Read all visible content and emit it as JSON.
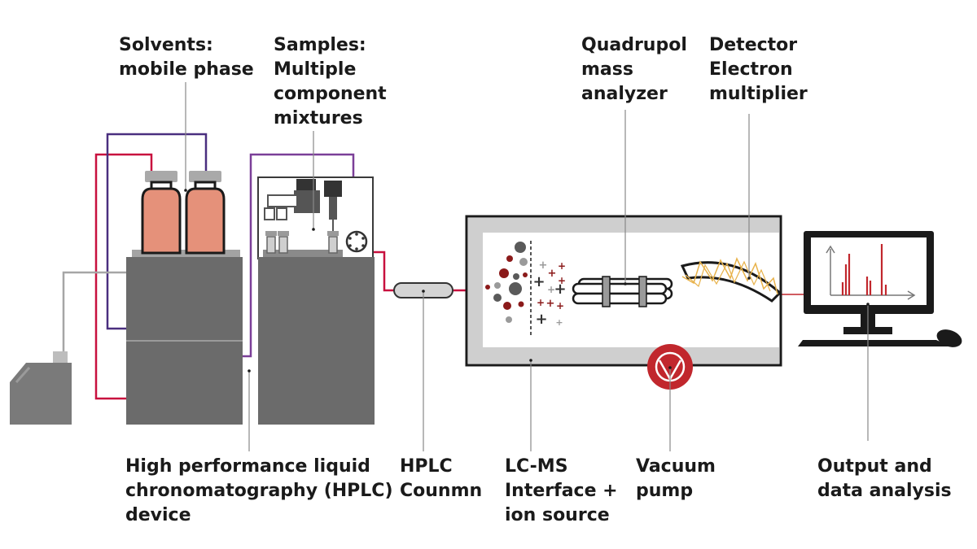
{
  "labels": {
    "solvents": [
      "Solvents:",
      "mobile phase"
    ],
    "samples": [
      "Samples:",
      "Multiple",
      "component",
      "mixtures"
    ],
    "quadrupole": [
      "Quadrupol",
      "mass",
      "analyzer"
    ],
    "detector": [
      "Detector",
      "Electron",
      "multiplier"
    ],
    "hplc_device": [
      "High performance liquid",
      "chronomatography (HPLC)",
      "device"
    ],
    "hplc_column": [
      "HPLC",
      "Counmn"
    ],
    "interface": [
      "LC-MS",
      "Interface +",
      "ion source"
    ],
    "vacuum": [
      "Vacuum",
      "pump"
    ],
    "output": [
      "Output and",
      "data analysis"
    ]
  },
  "colors": {
    "red_tube": "#c8103e",
    "purple_tube": "#4a2f7f",
    "violet_tube": "#7b3f98",
    "gray_tube": "#a6a6a6",
    "device_body": "#6b6b6b",
    "solvent_liquid": "#e5917a",
    "accent_red": "#c1272d",
    "leader_line": "#888888"
  }
}
